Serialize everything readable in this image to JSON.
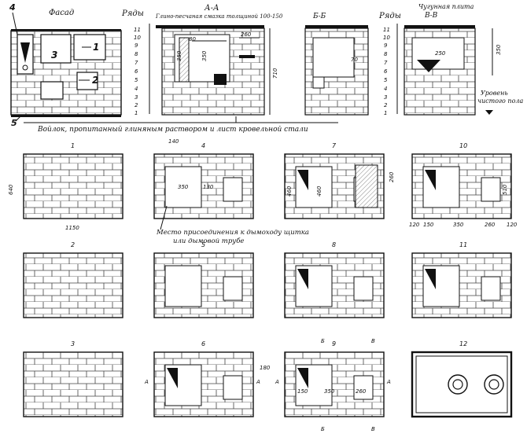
{
  "top": {
    "facade_label": "Фасад",
    "callouts": [
      "1",
      "2",
      "3",
      "4",
      "5"
    ],
    "rows_label_left": "Ряды",
    "rows_label_right": "Ряды",
    "row_numbers": [
      "11",
      "10",
      "9",
      "8",
      "7",
      "6",
      "5",
      "4",
      "3",
      "2",
      "1"
    ],
    "section_aa": "А-А",
    "section_bb": "Б-Б",
    "section_vv": "В-В",
    "clay_note": "Глино-песчаная смазка толщиной 100-150",
    "cast_iron_note": "Чугунная плита",
    "floor_note_1": "Уровень",
    "floor_note_2": "чистого пола",
    "felt_note": "Войлок, пропитанный глиняным раствором и лист кровельной стали",
    "dims": {
      "d80": "80",
      "d260": "260",
      "d350a": "350",
      "d350b": "350",
      "d710": "710",
      "d70": "70",
      "d250": "250",
      "d350c": "350"
    }
  },
  "chimney_note_1": "Место присоединения к дымоходу щитка",
  "chimney_note_2": "или дымовой трубе",
  "layers": [
    {
      "num": "1",
      "dims": [
        "640",
        "1150"
      ]
    },
    {
      "num": "2",
      "dims": []
    },
    {
      "num": "3",
      "dims": []
    },
    {
      "num": "4",
      "dims": [
        "140",
        "350",
        "130"
      ]
    },
    {
      "num": "5",
      "dims": []
    },
    {
      "num": "6",
      "dims": [
        "180",
        "А",
        "А"
      ]
    },
    {
      "num": "7",
      "dims": [
        "460",
        "460",
        "260"
      ]
    },
    {
      "num": "8",
      "dims": []
    },
    {
      "num": "9",
      "dims": [
        "150",
        "350",
        "260",
        "Б",
        "В",
        "Б",
        "В",
        "А",
        "А"
      ]
    },
    {
      "num": "10",
      "dims": [
        "510",
        "120",
        "150",
        "350",
        "260",
        "120"
      ]
    },
    {
      "num": "11",
      "dims": []
    },
    {
      "num": "12",
      "dims": []
    }
  ]
}
